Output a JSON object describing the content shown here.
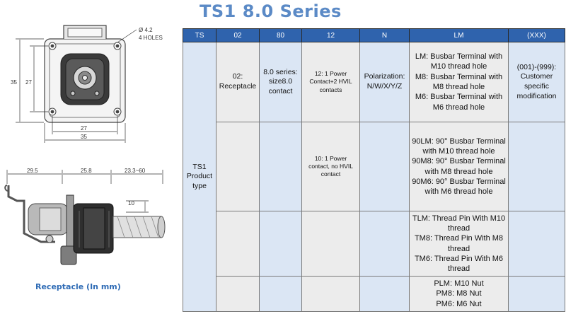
{
  "title": "TS1 8.0 Series",
  "drawing": {
    "hole_label_1": "Ø 4.2",
    "hole_label_2": "4 HOLES",
    "dim_35_vert": "35",
    "dim_27_vert": "27",
    "dim_27_horiz": "27",
    "dim_35_horiz": "35",
    "dim_29_5": "29.5",
    "dim_25_8": "25.8",
    "dim_23_3_60": "23.3~60",
    "dim_10": "10",
    "caption": "Receptacle (In mm)"
  },
  "table": {
    "headers": [
      "TS",
      "02",
      "80",
      "12",
      "N",
      "LM",
      "(XXX)"
    ],
    "ts_cell": "TS1 Product type",
    "code_02": "02: Receptacle",
    "code_80": "8.0 series: size8.0 contact",
    "contact_12": "12: 1 Power Contact+2 HVIL contacts",
    "contact_10": "10: 1 Power contact, no HVIL contact",
    "polarization": "Polarization: N/W/X/Y/Z",
    "customer": "(001)-(999): Customer specific modification",
    "lm_group1": [
      "LM: Busbar Terminal with M10 thread hole",
      "M8: Busbar Terminal with M8 thread hole",
      "M6: Busbar Terminal with M6 thread hole"
    ],
    "lm_group2": [
      "90LM: 90° Busbar Terminal with M10 thread hole",
      "90M8: 90° Busbar Terminal with M8 thread hole",
      "90M6: 90° Busbar Terminal with M6 thread hole"
    ],
    "lm_group3": [
      "TLM: Thread Pin With M10 thread",
      "TM8: Thread Pin With M8 thread",
      "TM6: Thread Pin With M6 thread"
    ],
    "lm_group4": [
      "PLM: M10 Nut",
      "PM8: M8 Nut",
      "PM6: M6 Nut"
    ]
  }
}
